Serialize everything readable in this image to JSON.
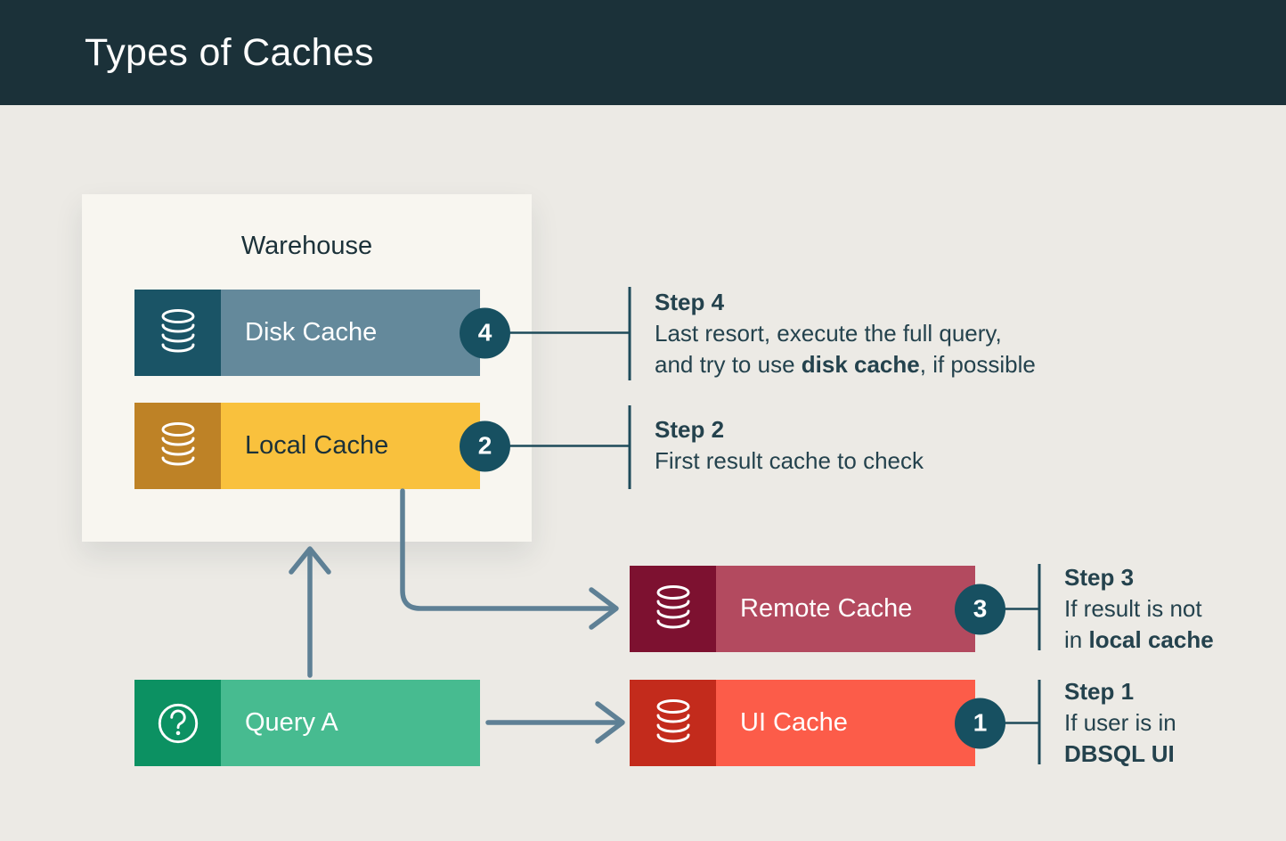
{
  "header": {
    "title": "Types of Caches"
  },
  "diagram": {
    "warehouse_label": "Warehouse",
    "nodes": {
      "disk_cache": {
        "label": "Disk Cache",
        "badge": "4",
        "icon": "database-icon"
      },
      "local_cache": {
        "label": "Local Cache",
        "badge": "2",
        "icon": "database-icon"
      },
      "remote_cache": {
        "label": "Remote Cache",
        "badge": "3",
        "icon": "database-icon"
      },
      "ui_cache": {
        "label": "UI Cache",
        "badge": "1",
        "icon": "database-icon"
      },
      "query_a": {
        "label": "Query A",
        "icon": "question-mark-icon"
      }
    },
    "steps": {
      "step4": {
        "title": "Step 4",
        "line1": "Last resort, execute the full query,",
        "line2": {
          "pre": "and try to use ",
          "bold": "disk cache",
          "post": ", if possible"
        }
      },
      "step2": {
        "title": "Step 2",
        "line1": "First result cache to check"
      },
      "step3": {
        "title": "Step 3",
        "line1": "If result is not",
        "line2": {
          "pre": "in ",
          "bold": "local cache",
          "post": ""
        }
      },
      "step1": {
        "title": "Step 1",
        "line1": "If user is in",
        "line2": {
          "pre": "",
          "bold": "DBSQL UI",
          "post": ""
        }
      }
    }
  },
  "palette": {
    "bg": "#ECEAE5",
    "header": "#1B3139",
    "navy": "#1B3139",
    "steptext": "#24424D",
    "box": "#F8F6F0",
    "slate": "#5E8095",
    "line": "#1E4B5A",
    "badge": "#175061",
    "badge_text": "#FFFFFF",
    "disk_icon": "#1A5466",
    "disk_body": "#64899B",
    "local_icon": "#BE8226",
    "local_body": "#F9C13D",
    "remote_icon": "#7D1130",
    "remote_body": "#B34A5F",
    "ui_icon": "#C32B1C",
    "ui_body": "#FC5C49",
    "query_icon": "#0C9162",
    "query_body": "#47BB90"
  }
}
